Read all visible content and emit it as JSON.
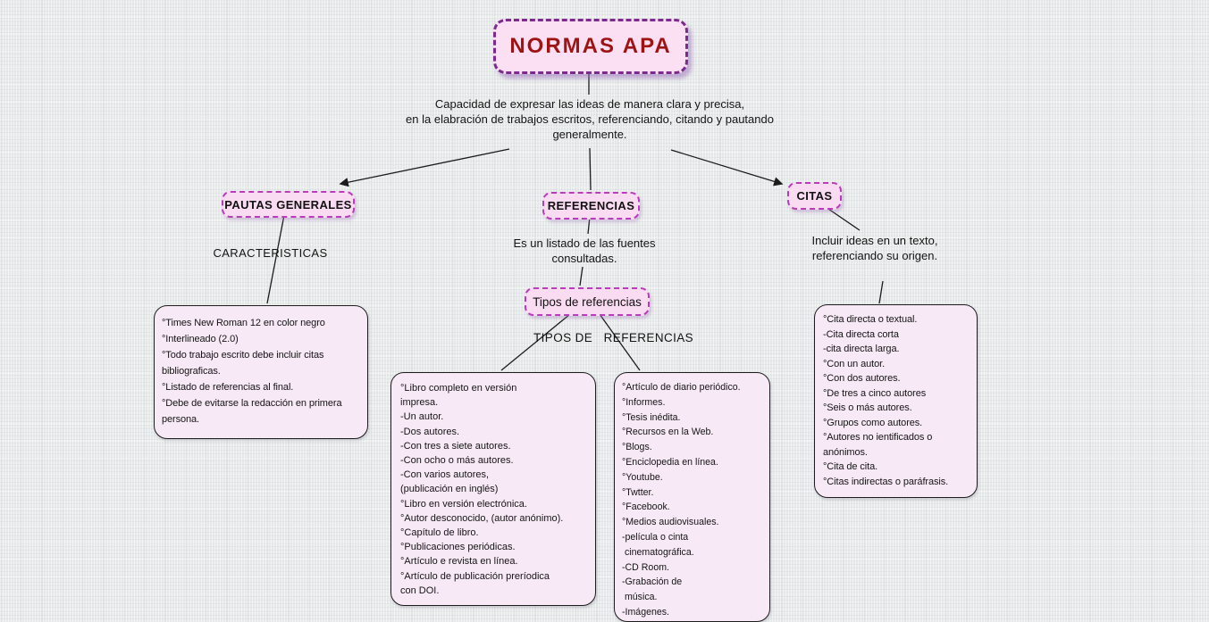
{
  "title": {
    "label": "NORMAS APA"
  },
  "intro_lines": [
    "Capacidad de expresar las ideas de manera clara y precisa,",
    "en la elabración de trabajos escritos, referenciando, citando y pautando",
    "generalmente."
  ],
  "nodes": {
    "pautas": "PAUTAS GENERALES",
    "referencias": "REFERENCIAS",
    "citas": "CITAS",
    "tipos": "Tipos de referencias"
  },
  "labels": {
    "caracteristicas": "CARACTERISTICAS",
    "tipos_heading": "TIPOS DE   REFERENCIAS"
  },
  "descriptions": {
    "referencias": [
      "Es un listado de las fuentes",
      "consultadas."
    ],
    "citas": [
      "Incluir ideas en un texto,",
      "referenciando su origen."
    ]
  },
  "boxes": {
    "pautas_detail": [
      "°Times New Roman 12 en color negro",
      "°Interlineado (2.0)",
      "°Todo trabajo escrito debe incluir citas bibliograficas.",
      "°Listado de referencias al final.",
      "°Debe de evitarse la redacción en primera persona."
    ],
    "referencias_left": [
      "°Libro completo en versión",
      "impresa.",
      "-Un autor.",
      "-Dos autores.",
      "-Con tres a siete autores.",
      "-Con ocho o más autores.",
      "-Con varios autores,",
      "(publicación en inglés)",
      "°Libro en versión electrónica.",
      "°Autor desconocido, (autor anónimo).",
      "°Capítulo de libro.",
      "°Publicaciones periódicas.",
      "°Artículo e revista en línea.",
      "°Artículo de publicación preríodica",
      "con DOI."
    ],
    "referencias_right": [
      "°Artículo de diario periódico.",
      "°Informes.",
      "°Tesis inédita.",
      "°Recursos en la Web.",
      "°Blogs.",
      "°Enciclopedia en línea.",
      "°Youtube.",
      "°Twtter.",
      "°Facebook.",
      "°Medios audiovisuales.",
      "-película o cinta",
      " cinematográfica.",
      "-CD Room.",
      "-Grabación de",
      " música.",
      "-Imágenes."
    ],
    "citas_detail": [
      "°Cita directa o textual.",
      "-Cita directa corta",
      "-cita directa larga.",
      "°Con un autor.",
      "°Con dos autores.",
      "°De tres a cinco autores",
      "°Seis o más autores.",
      "°Grupos como autores.",
      "°Autores no ientificados o",
      "anónimos.",
      "°Cita de cita.",
      "°Citas indirectas o paráfrasis."
    ]
  },
  "colors": {
    "node_fill": "#fadcf2",
    "node_border": "#b83db8",
    "title_border": "#7c2a8d",
    "title_text": "#9e1414",
    "detail_box_fill": "#f8e9f7",
    "connector": "#1c1c1c",
    "background": "#e7eaea"
  }
}
